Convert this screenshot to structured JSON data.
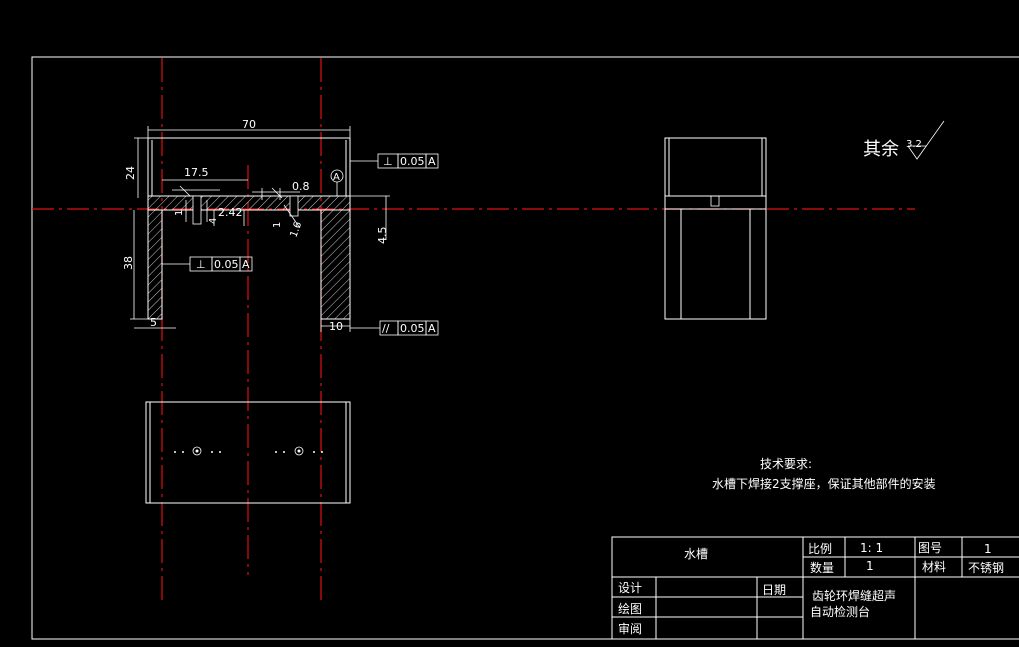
{
  "dimensions": {
    "width": "70",
    "height_top": "24",
    "height_leg": "38",
    "inner_offset": "17.5",
    "gap": "0.8",
    "depth": "4.5",
    "hole": "2.42",
    "leg_left": "5",
    "leg_right": "10",
    "small_1a": "1",
    "small_1b": "1",
    "small_1c": "1",
    "small_16": "1.6",
    "small_4": "4"
  },
  "tolerances": {
    "top": {
      "symbol": "⊥",
      "value": "0.05",
      "datum": "A"
    },
    "left": {
      "symbol": "⊥",
      "value": "0.05",
      "datum": "A"
    },
    "right": {
      "symbol": "//",
      "value": "0.05",
      "datum": "A"
    }
  },
  "datum_marker": "A",
  "surface_finish": {
    "label": "其余",
    "value": "3.2"
  },
  "tech_requirements": {
    "title": "技术要求:",
    "line1": "水槽下焊接2支撑座，保证其他部件的安装"
  },
  "title_block": {
    "part_name": "水槽",
    "scale_label": "比例",
    "scale_value": "1: 1",
    "drawing_no_label": "图号",
    "drawing_no_value": "1",
    "qty_label": "数量",
    "qty_value": "1",
    "material_label": "材料",
    "material_value": "不锈钢",
    "design_label": "设计",
    "date_label": "日期",
    "draw_label": "绘图",
    "review_label": "审阅",
    "project_line1": "齿轮环焊缝超声",
    "project_line2": "自动检测台"
  },
  "colors": {
    "background": "#000000",
    "lines": "#ffffff",
    "centerlines": "#e01010"
  }
}
